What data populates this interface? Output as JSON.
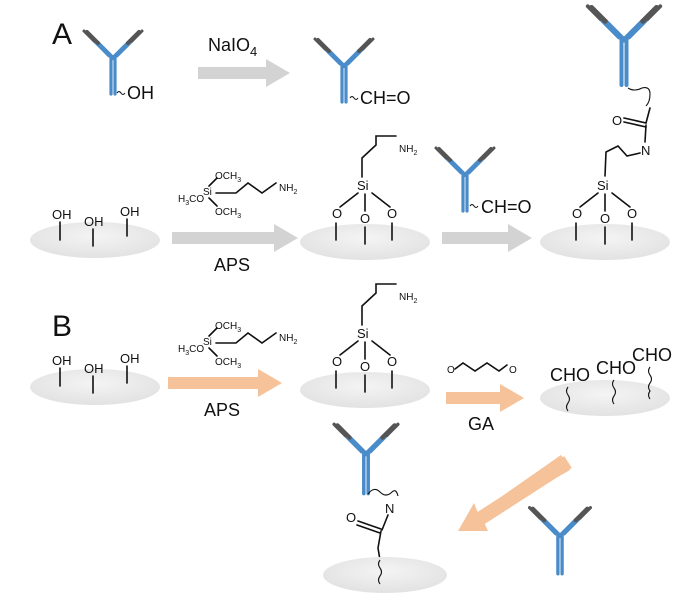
{
  "panels": {
    "a": {
      "label": "A"
    },
    "b": {
      "label": "B"
    }
  },
  "reagents": {
    "naio4": {
      "text": "NaIO",
      "sub": "4"
    },
    "aps_top": "APS",
    "aps_bottom": "APS",
    "ga": "GA"
  },
  "groups": {
    "oh": "OH",
    "cho_eq": "CH=O",
    "cho": "CHO",
    "n": "N",
    "o": "O",
    "si": "Si",
    "nh2": "NH",
    "nh2_sub": "2"
  },
  "aps_structure": {
    "och3": "OCH",
    "och3_sub": "3",
    "h3co": "H",
    "h3co_sub": "3",
    "h3co_rest": "CO",
    "si": "Si",
    "nh2": "NH",
    "nh2_sub": "2"
  },
  "colors": {
    "antibody_blue": "#4a8cc9",
    "antibody_gray": "#555555",
    "arrow_gray": "#d3d3d3",
    "arrow_orange": "#f6c299",
    "surface": "#ececec"
  }
}
